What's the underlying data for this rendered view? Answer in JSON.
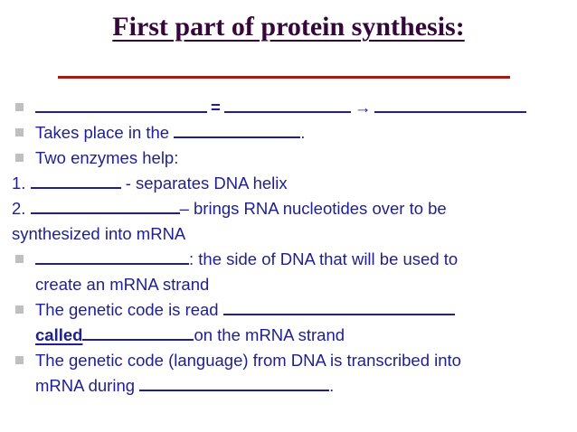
{
  "slide": {
    "title": "First part of protein synthesis:",
    "title_color": "#35063a",
    "rule_color": "#a51b12",
    "body_color": "#1f1f8f",
    "bullet_color": "#bfbfbf",
    "background": "#ffffff",
    "bullet_glyph": "filled-square",
    "content": [
      {
        "type": "bullet",
        "parts": [
          "",
          " = ",
          "",
          "  →  ",
          ""
        ],
        "text": "______________ = ____________ → _____________"
      },
      {
        "type": "bullet",
        "lead": "Takes place in the ",
        "tail": ".",
        "text": "Takes place in the ______________."
      },
      {
        "type": "bullet",
        "lead": "Two enzymes help:",
        "text": "Two enzymes help:"
      },
      {
        "type": "numbered",
        "number": "1.",
        "lead": " ",
        "tail": " - separates DNA helix",
        "text": "1. __________ - separates DNA helix"
      },
      {
        "type": "numbered",
        "number": "2.",
        "lead": " ",
        "tail": "– brings RNA nucleotides over to be synthesized into mRNA",
        "text": "2. __________________– brings RNA nucleotides over to be synthesized into mRNA"
      },
      {
        "type": "bullet",
        "lead": " ",
        "tail": ": the side of DNA that will be used to create an mRNA strand",
        "text": "_________________: the side of DNA that will be used to create an mRNA strand"
      },
      {
        "type": "bullet",
        "lead": "The genetic code is read ",
        "mid_bold": "called",
        "tail": "on the mRNA strand",
        "text": "The genetic code is read _________________________ called____________on the mRNA strand"
      },
      {
        "type": "bullet",
        "lead": "The genetic code (language) from DNA is transcribed into mRNA during ",
        "tail": ".",
        "text": "The genetic code (language) from DNA is transcribed into mRNA during ________________________."
      }
    ],
    "symbols": {
      "equals": "=",
      "arrow": "→",
      "period": ".",
      "colon_phrase": ": the side of DNA that will be used to",
      "dash_phrase": "– brings RNA nucleotides over to be"
    },
    "text_fragments": {
      "takes_place": "Takes place in the ",
      "takes_place_end": ".",
      "two_enzymes": "Two enzymes help:",
      "n1": "1.",
      "n1_tail": " - separates DNA helix",
      "n2": "2.",
      "n2_tail": "– brings RNA nucleotides over to be",
      "n2_wrap": "synthesized into mRNA",
      "tmpl_colon": ": the side of DNA that will be used to",
      "tmpl_colon_wrap": "create an mRNA strand",
      "code_read": "The genetic code is read ",
      "called": "called",
      "on_strand": "on the mRNA strand",
      "code_lang": "The genetic code (language) from DNA is transcribed into",
      "mrna_during": "mRNA during ",
      "period": "."
    }
  }
}
